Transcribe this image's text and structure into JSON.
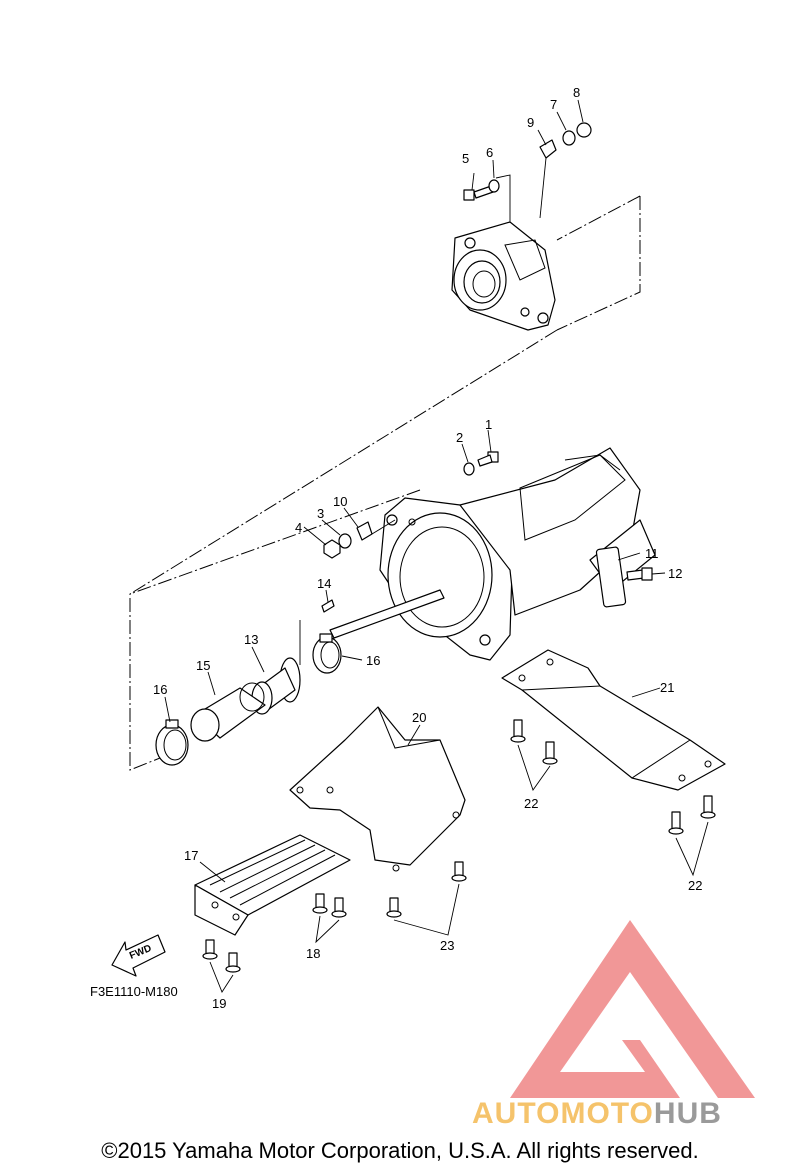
{
  "diagram": {
    "reference_code": "F3E1110-M180",
    "direction_label": "FWD",
    "callouts": [
      {
        "id": "1",
        "label": "1"
      },
      {
        "id": "2",
        "label": "2"
      },
      {
        "id": "3",
        "label": "3"
      },
      {
        "id": "4",
        "label": "4"
      },
      {
        "id": "5",
        "label": "5"
      },
      {
        "id": "6",
        "label": "6"
      },
      {
        "id": "7",
        "label": "7"
      },
      {
        "id": "8",
        "label": "8"
      },
      {
        "id": "9",
        "label": "9"
      },
      {
        "id": "10",
        "label": "10"
      },
      {
        "id": "11",
        "label": "11"
      },
      {
        "id": "12",
        "label": "12"
      },
      {
        "id": "13",
        "label": "13"
      },
      {
        "id": "14",
        "label": "14"
      },
      {
        "id": "15",
        "label": "15"
      },
      {
        "id": "16a",
        "label": "16"
      },
      {
        "id": "16b",
        "label": "16"
      },
      {
        "id": "17",
        "label": "17"
      },
      {
        "id": "18",
        "label": "18"
      },
      {
        "id": "19",
        "label": "19"
      },
      {
        "id": "20",
        "label": "20"
      },
      {
        "id": "21",
        "label": "21"
      },
      {
        "id": "22a",
        "label": "22"
      },
      {
        "id": "22b",
        "label": "22"
      },
      {
        "id": "23",
        "label": "23"
      }
    ]
  },
  "watermark": {
    "text_part1": "AUTOMOTO",
    "text_part2": "HUB",
    "color_logo": "#f08c8c",
    "color_text1": "#f5c36b",
    "color_text2": "#9a9a9a"
  },
  "footer": {
    "copyright": "©2015 Yamaha Motor Corporation, U.S.A. All rights reserved."
  }
}
